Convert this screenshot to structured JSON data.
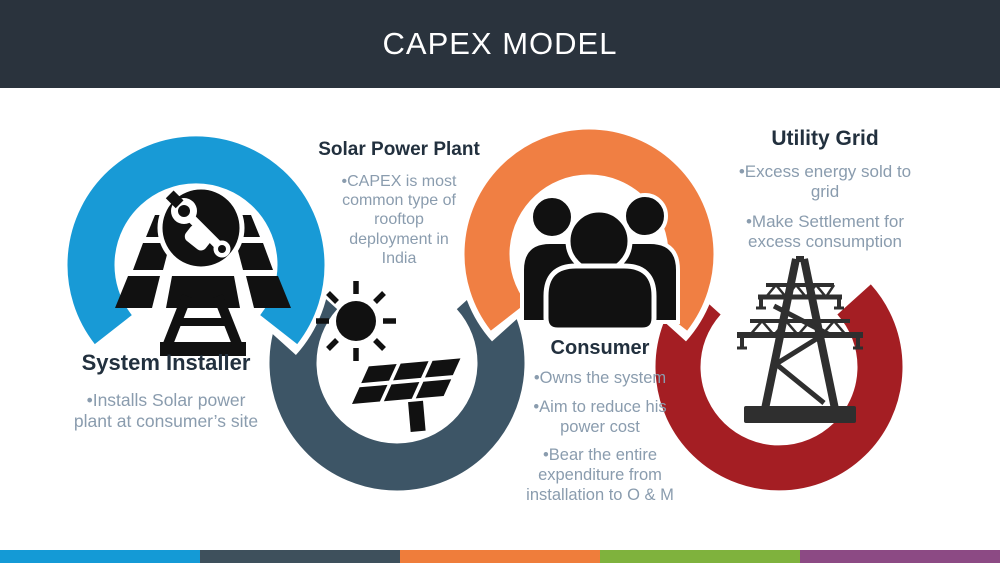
{
  "slide": {
    "title": "CAPEX MODEL"
  },
  "colors": {
    "header_bg": "#2a333d",
    "installer_ring": "#189ad6",
    "plant_ring": "#3d5566",
    "consumer_ring": "#f07f43",
    "grid_ring": "#a41e23",
    "section_title_text": "#22303e",
    "bullet_text": "#8a9cae",
    "icon_black": "#111111",
    "tower_gray": "#2f2f2f"
  },
  "sections": {
    "system_installer": {
      "title": "System Installer",
      "icon": "solar-installer-wrench",
      "bullets": [
        "•Installs Solar power plant at consumer’s site"
      ]
    },
    "solar_power_plant": {
      "title": "Solar Power Plant",
      "icon": "sun-and-solar-panel",
      "bullets": [
        "•CAPEX is most common type of rooftop deployment in India"
      ]
    },
    "consumer": {
      "title": "Consumer",
      "icon": "people-group",
      "bullets": [
        "•Owns the system",
        "•Aim to reduce his power cost",
        "•Bear the entire expenditure from installation to O & M"
      ]
    },
    "utility_grid": {
      "title": "Utility Grid",
      "icon": "transmission-tower",
      "bullets": [
        "•Excess energy sold to grid",
        "•Make Settlement for excess consumption"
      ]
    }
  },
  "footer": {
    "stripe_colors": [
      "#149ad6",
      "#3e505c",
      "#ef7d3b",
      "#7fb23d",
      "#8c4a84"
    ]
  }
}
